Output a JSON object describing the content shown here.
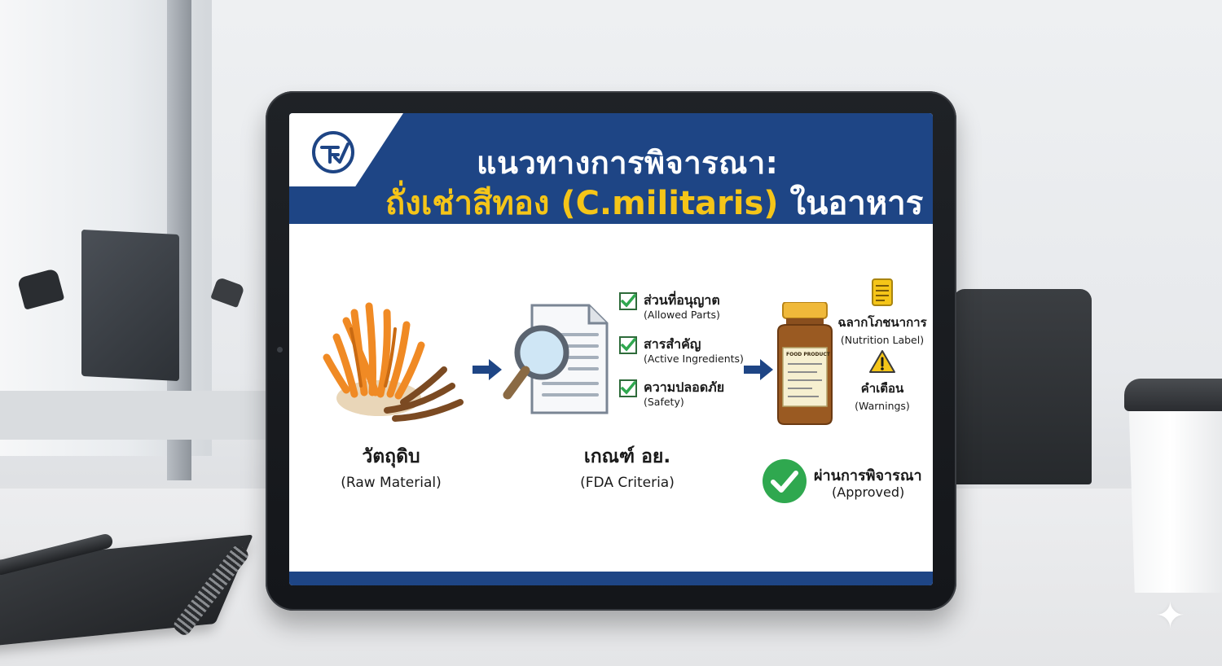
{
  "banner": {
    "title_line1": "แนวทางการพิจารณา:",
    "title_line2_highlight": "ถั่งเช่าสีทอง (C.militaris)",
    "title_line2_rest": "ในอาหาร",
    "logo": "agency-logo"
  },
  "steps": [
    {
      "th": "วัตถุดิบ",
      "en": "(Raw Material)",
      "icon": "cordyceps-icon"
    },
    {
      "th": "เกณฑ์ อย.",
      "en": "(FDA Criteria)",
      "icon": "document-magnifier-icon"
    }
  ],
  "criteria": [
    {
      "th": "ส่วนที่อนุญาต",
      "en": "(Allowed Parts)"
    },
    {
      "th": "สารสำคัญ",
      "en": "(Active Ingredients)"
    },
    {
      "th": "ความปลอดภัย",
      "en": "(Safety)"
    }
  ],
  "product": {
    "jar_label": "FOOD PRODUCT",
    "nutrition": {
      "th": "ฉลากโภชนาการ",
      "en": "(Nutrition Label)"
    },
    "warnings": {
      "th": "คำเตือน",
      "en": "(Warnings)"
    }
  },
  "result": {
    "th": "ผ่านการพิจารณา",
    "en": "(Approved)"
  },
  "colors": {
    "banner_blue": "#1e4585",
    "title_yellow": "#f5c518",
    "check_green": "#2fa84f",
    "arrow_blue": "#1e4585"
  }
}
